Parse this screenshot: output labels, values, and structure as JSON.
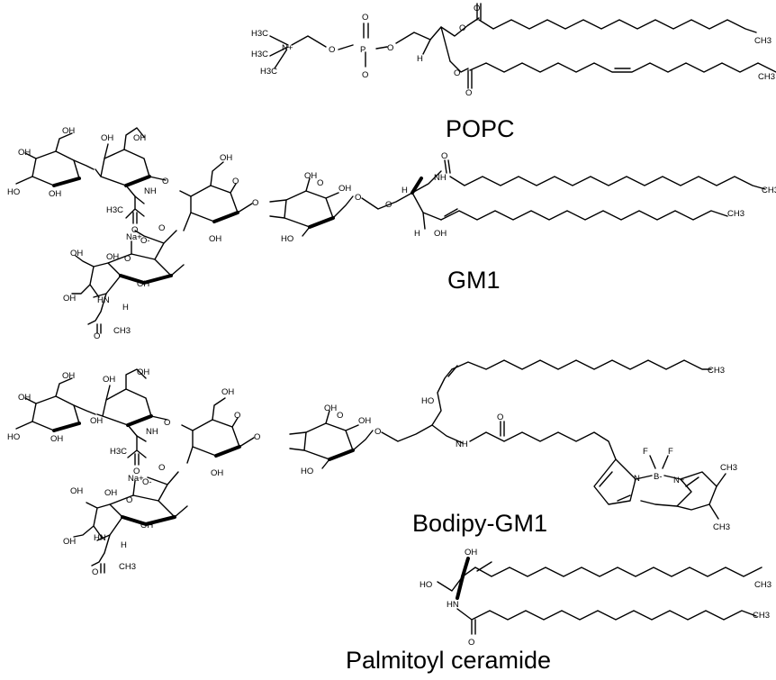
{
  "molecules": [
    {
      "name": "POPC",
      "atom_labels": [
        "H3C",
        "H3C",
        "H3C",
        "N+",
        "O",
        "P",
        "O",
        "O",
        "O",
        "O",
        "O",
        "H",
        "O",
        "O",
        "CH3",
        "CH3"
      ]
    },
    {
      "name": "GM1",
      "atom_labels": [
        "OH",
        "OH",
        "OH",
        "OH",
        "HO",
        "OH",
        "NH",
        "H3C",
        "O",
        "O",
        "OH",
        "O",
        "OH",
        "O",
        "HO",
        "OH",
        "O",
        "OH",
        "O",
        "O",
        "H",
        "NH",
        "H",
        "OH",
        "O",
        "CH3",
        "CH3",
        "Na+",
        "O-",
        "O",
        "O",
        "OH",
        "OH",
        "HN",
        "H",
        "OH",
        "OH",
        "O",
        "CH3"
      ]
    },
    {
      "name": "Bodipy-GM1",
      "atom_labels": [
        "OH",
        "OH",
        "OH",
        "OH",
        "HO",
        "OH",
        "OH",
        "NH",
        "H3C",
        "O",
        "O",
        "OH",
        "O",
        "OH",
        "O",
        "HO",
        "OH",
        "O",
        "OH",
        "O",
        "HO",
        "NH",
        "O",
        "CH3",
        "F",
        "F",
        "N",
        "B-",
        "N+",
        "CH3",
        "CH3",
        "Na+",
        "O-",
        "O",
        "O",
        "OH",
        "OH",
        "HN",
        "H",
        "OH",
        "OH",
        "O",
        "CH3"
      ]
    },
    {
      "name": "Palmitoyl ceramide",
      "atom_labels": [
        "OH",
        "HO",
        "HN",
        "O",
        "CH3",
        "CH3"
      ]
    }
  ]
}
